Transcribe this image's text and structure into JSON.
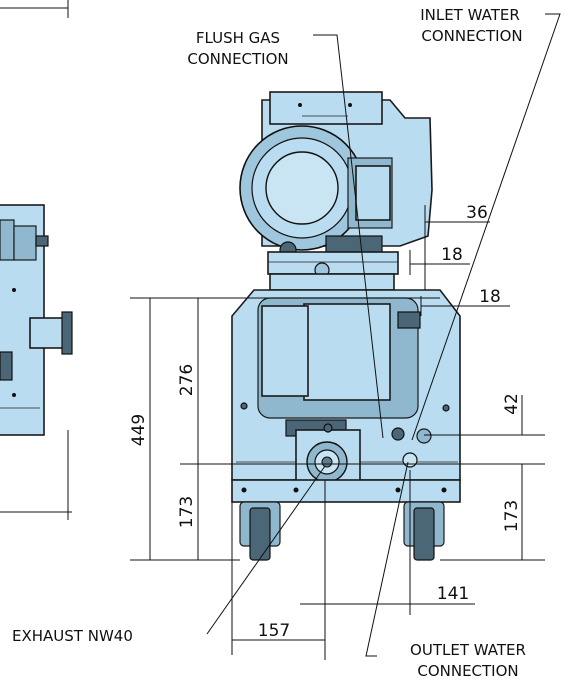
{
  "callouts": {
    "flush_gas": [
      "FLUSH GAS",
      "CONNECTION"
    ],
    "inlet_water": [
      "INLET WATER",
      "CONNECTION"
    ],
    "exhaust": "EXHAUST NW40",
    "outlet_water": [
      "OUTLET WATER",
      "CONNECTION"
    ]
  },
  "dimensions": {
    "d36": "36",
    "d18_upper": "18",
    "d18_lower": "18",
    "d276": "276",
    "d449": "449",
    "d173_left": "173",
    "d42": "42",
    "d173_right": "173",
    "d141": "141",
    "d157": "157"
  },
  "colors": {
    "body": "#b9dcf0",
    "dark_parts": "#4a6677",
    "mid_parts": "#8fb8cf"
  }
}
